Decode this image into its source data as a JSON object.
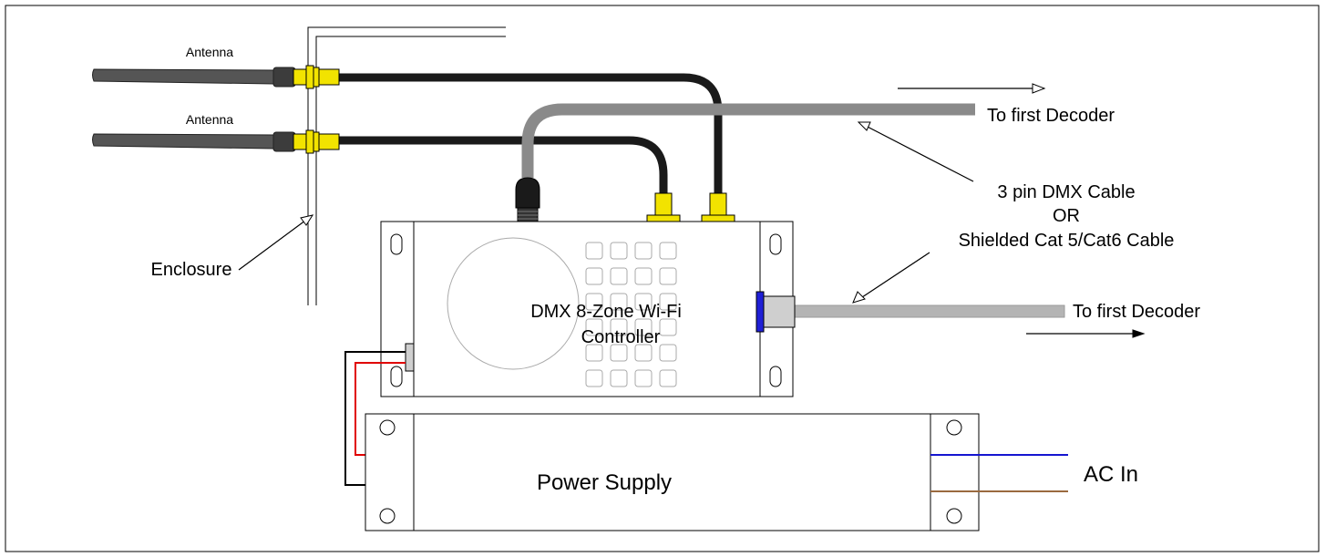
{
  "labels": {
    "antenna_top": "Antenna",
    "antenna_bottom": "Antenna",
    "enclosure": "Enclosure",
    "controller_line1": "DMX 8-Zone Wi-Fi",
    "controller_line2": "Controller",
    "power_supply": "Power Supply",
    "ac_in": "AC In",
    "decoder_top": "To first Decoder",
    "decoder_bottom": "To first Decoder",
    "cable_line1": "3 pin DMX Cable",
    "cable_line2": "OR",
    "cable_line3": "Shielded Cat 5/Cat6 Cable"
  },
  "colors": {
    "antenna": "#555555",
    "connector": "#f2e300",
    "coax": "#1a1a1a",
    "dmx_cable": "#8a8a8a",
    "cat_cable": "#b4b4b4",
    "rj45_port": "#1f1fd6",
    "power_red": "#e00000",
    "ac_blue": "#1515d0",
    "ac_brown": "#9a6a3f"
  }
}
